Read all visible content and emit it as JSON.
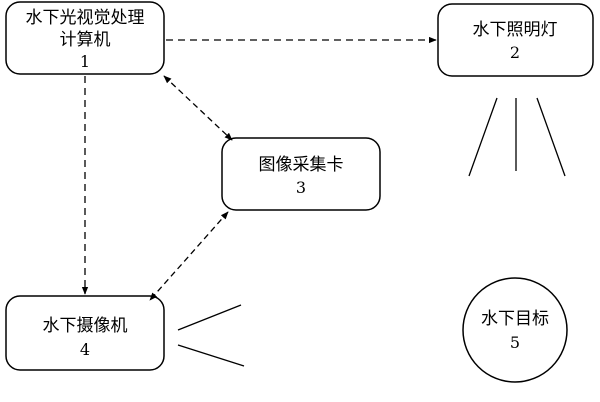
{
  "nodes": [
    {
      "id": "1",
      "name": "node-computer",
      "lines": [
        "水下光视觉处理",
        "计算机",
        "1"
      ]
    },
    {
      "id": "2",
      "name": "node-light",
      "lines": [
        "水下照明灯",
        "2"
      ]
    },
    {
      "id": "3",
      "name": "node-capture-card",
      "lines": [
        "图像采集卡",
        "3"
      ]
    },
    {
      "id": "4",
      "name": "node-camera",
      "lines": [
        "水下摄像机",
        "4"
      ]
    },
    {
      "id": "5",
      "name": "node-target",
      "lines": [
        "水下目标",
        "5"
      ]
    }
  ]
}
